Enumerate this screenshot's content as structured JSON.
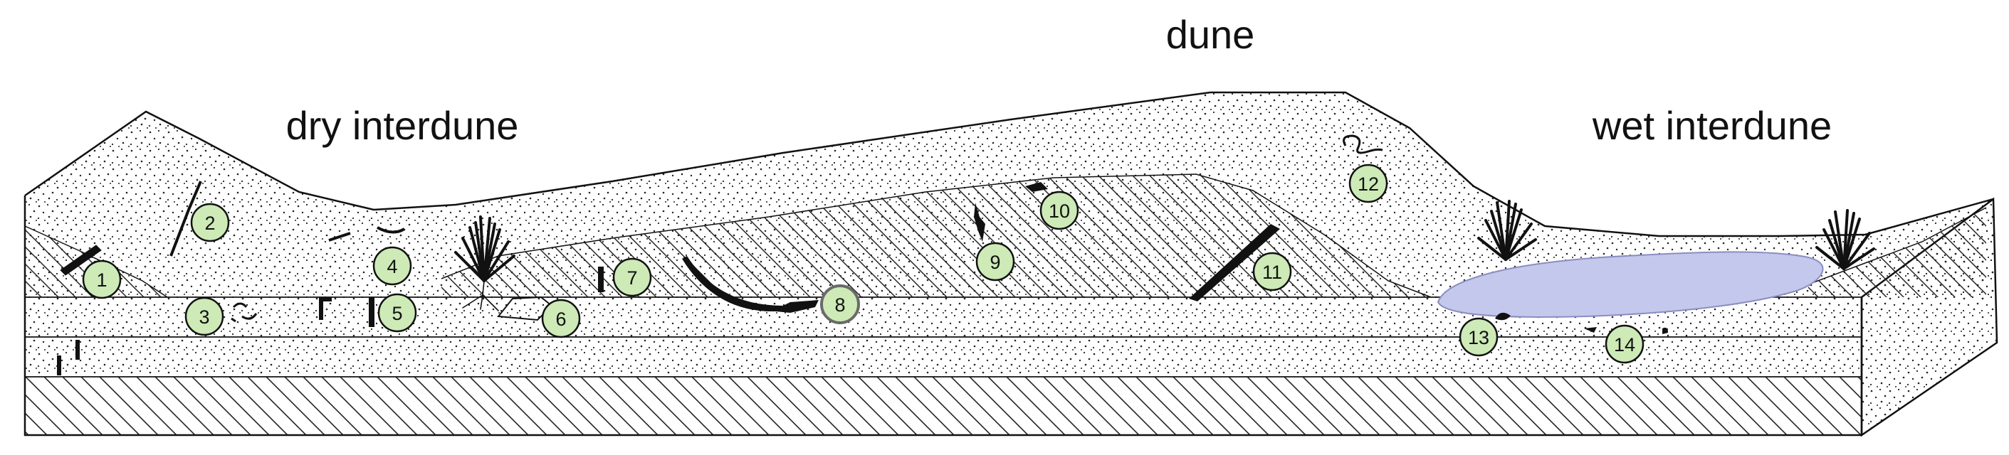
{
  "labels": {
    "dune": "dune",
    "dry_interdune": "dry interdune",
    "wet_interdune": "wet interdune"
  },
  "markers": [
    "1",
    "2",
    "3",
    "4",
    "5",
    "6",
    "7",
    "8",
    "9",
    "10",
    "11",
    "12",
    "13",
    "14"
  ],
  "colors": {
    "marker_fill": "#cdeab7",
    "pond_fill": "#c4c8ec",
    "outline": "#111111",
    "stipple": "#222222"
  }
}
